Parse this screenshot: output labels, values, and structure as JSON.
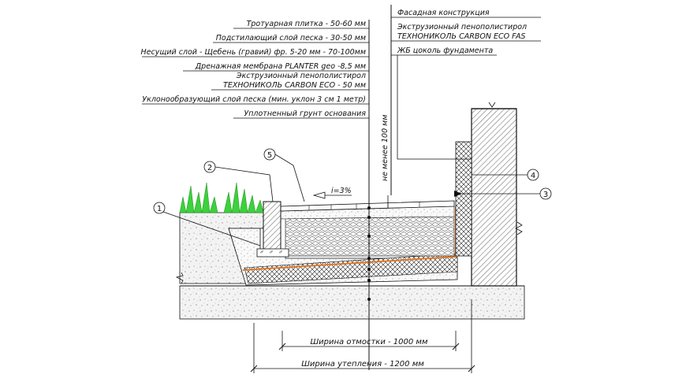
{
  "layers_left": [
    "Тротуарная плитка - 50-60 мм",
    "Подстилающий слой песка - 30-50 мм",
    "Несущий слой - Щебень (гравий) фр. 5-20 мм - 70-100мм",
    "Дренажная мембрана PLANTER geo -8,5 мм",
    "Экструзионный пенополистирол",
    "ТЕХНОНИКОЛЬ CARBON ECO - 50 мм",
    "Уклонообразующий слой песка (мин. уклон 3 см 1 метр)",
    "Уплотненный грунт основания"
  ],
  "layers_right": [
    "Фасадная конструкция",
    "Экструзионный пенополистирол",
    "ТЕХНОНИКОЛЬ CARBON ECO FAS",
    "ЖБ цоколь фундамента"
  ],
  "slope_label": "i=3%",
  "vertical_dim": "не менее 100 мм",
  "dim_otmostka": "Ширина отмостки - 1000 мм",
  "dim_uteplenie": "Ширина утепления - 1200 мм",
  "callouts": [
    "1",
    "2",
    "3",
    "4",
    "5"
  ],
  "colors": {
    "grass": "#3bd23b",
    "membrane": "#e07a2a",
    "line": "#111111"
  }
}
